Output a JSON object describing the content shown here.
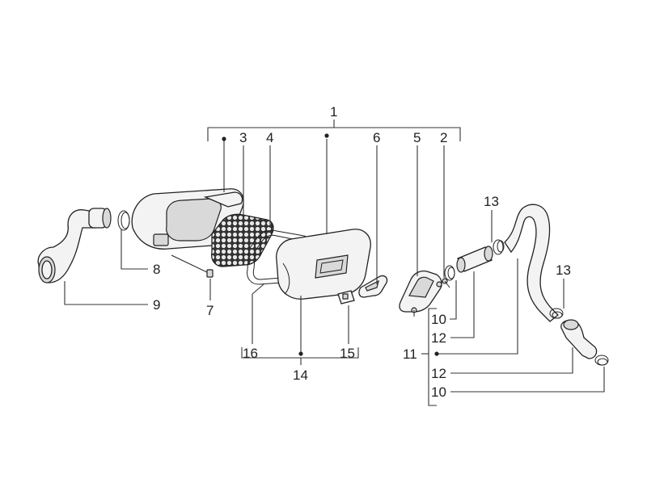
{
  "diagram": {
    "labels": {
      "l1": "1",
      "l2": "2",
      "l3": "3",
      "l4": "4",
      "l5": "5",
      "l6": "6",
      "l7": "7",
      "l8": "8",
      "l9": "9",
      "l10a": "10",
      "l10b": "10",
      "l11": "11",
      "l12a": "12",
      "l12b": "12",
      "l13a": "13",
      "l13b": "13",
      "l14": "14",
      "l15": "15",
      "l16": "16"
    }
  }
}
